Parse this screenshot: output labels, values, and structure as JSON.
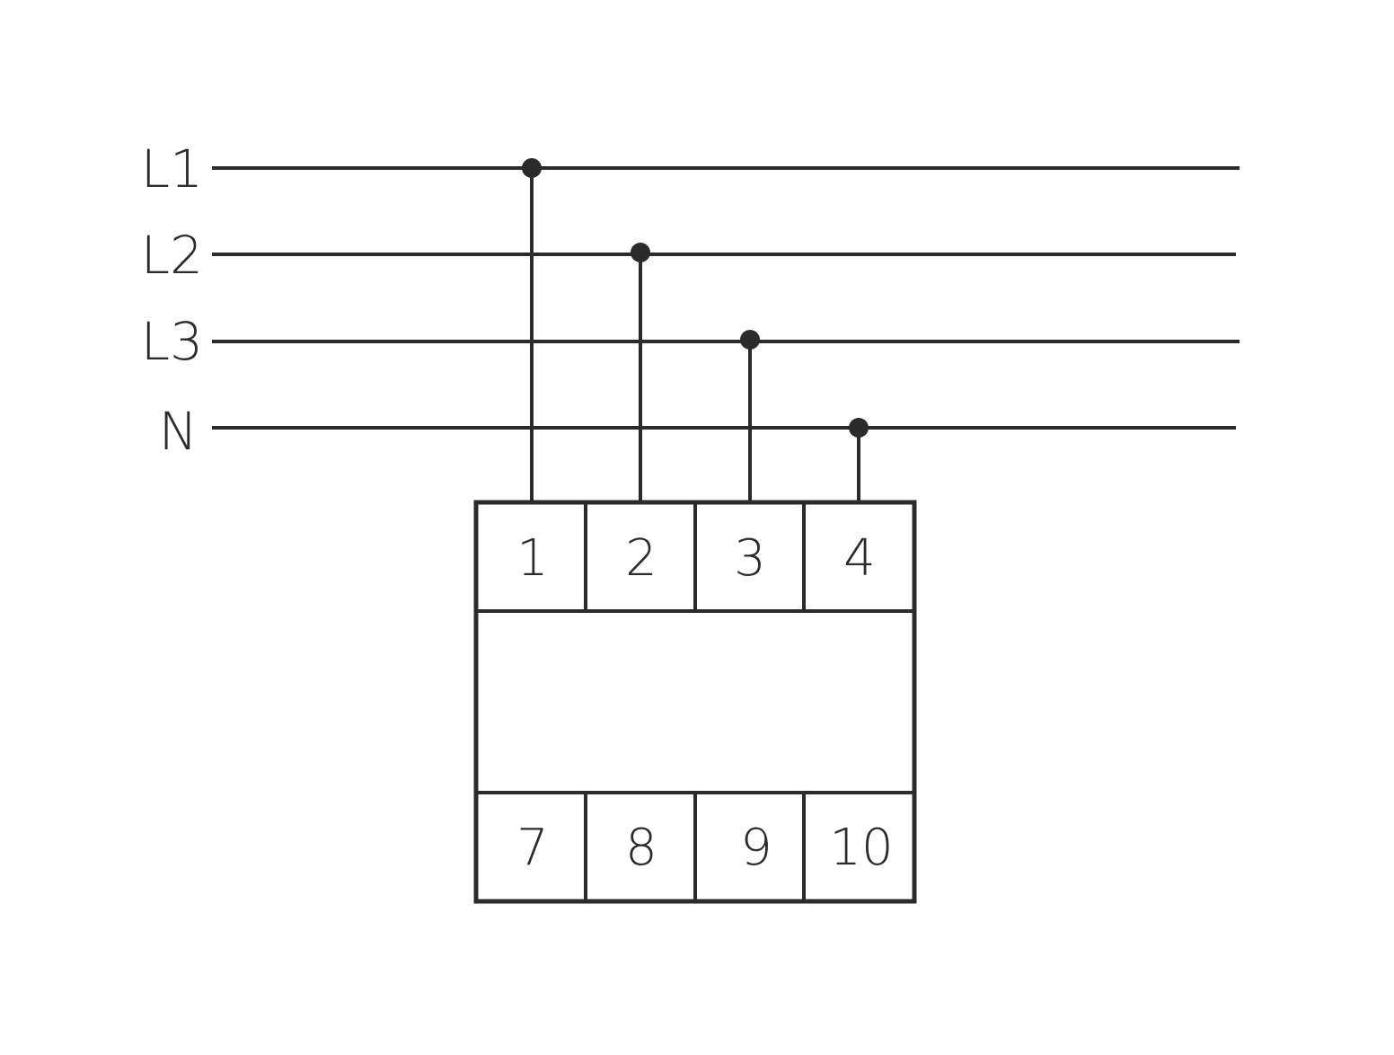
{
  "diagram": {
    "colors": {
      "ink": "#2b2b2b",
      "background": "#ffffff"
    },
    "lines": [
      {
        "id": "L1",
        "label": "L1"
      },
      {
        "id": "L2",
        "label": "L2"
      },
      {
        "id": "L3",
        "label": "L3"
      },
      {
        "id": "N",
        "label": "N"
      }
    ],
    "terminals_top": [
      "1",
      "2",
      "3",
      "4"
    ],
    "terminals_bottom": [
      "7",
      "8",
      "9",
      "10"
    ],
    "connections": [
      {
        "terminal": "1",
        "line": "L1"
      },
      {
        "terminal": "2",
        "line": "L2"
      },
      {
        "terminal": "3",
        "line": "L3"
      },
      {
        "terminal": "4",
        "line": "N"
      }
    ]
  }
}
